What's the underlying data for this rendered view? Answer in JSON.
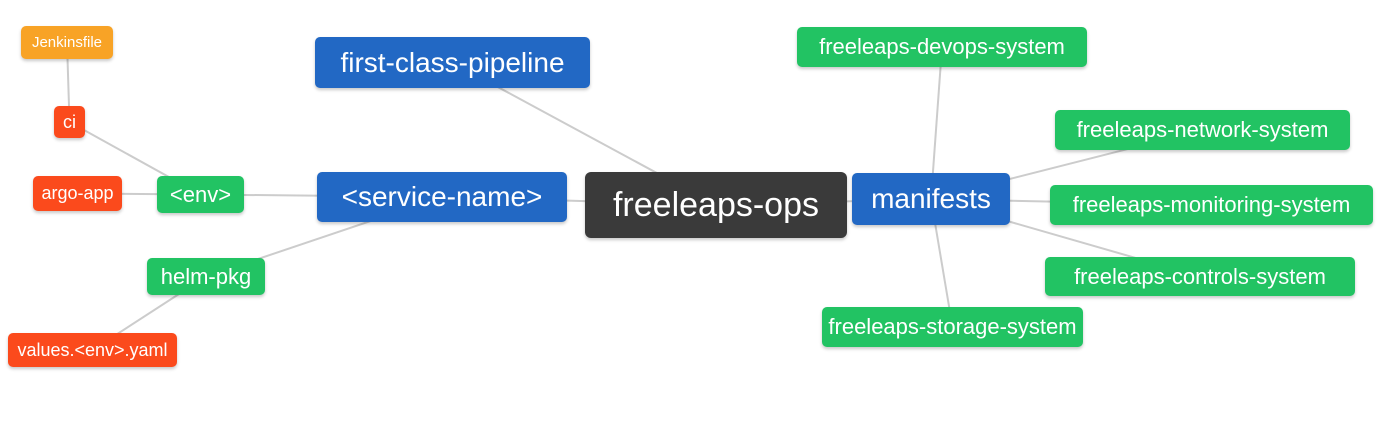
{
  "diagram": {
    "title": "freeleaps-ops mind map",
    "background": "#ffffff",
    "edge_color": "#cccccc",
    "text_color": "#ffffff",
    "palette": {
      "root_dark": "#3a3a3a",
      "branch_blue": "#2268c4",
      "leaf_green": "#22c363",
      "leaf_red": "#fb4a1c",
      "leaf_amber": "#f8a326"
    },
    "nodes": {
      "ops": {
        "label": "freeleaps-ops",
        "depth": 0
      },
      "pipeline": {
        "label": "first-class-pipeline",
        "depth": 1
      },
      "service": {
        "label": "<service-name>",
        "depth": 1
      },
      "manifests": {
        "label": "manifests",
        "depth": 1
      },
      "env": {
        "label": "<env>",
        "depth": 2
      },
      "helm": {
        "label": "helm-pkg",
        "depth": 2
      },
      "ci": {
        "label": "ci",
        "depth": 3
      },
      "argo": {
        "label": "argo-app",
        "depth": 3
      },
      "values": {
        "label": "values.<env>.yaml",
        "depth": 3
      },
      "jenkinsfile": {
        "label": "Jenkinsfile",
        "depth": 4
      },
      "devops": {
        "label": "freeleaps-devops-system",
        "depth": 2
      },
      "network": {
        "label": "freeleaps-network-system",
        "depth": 2
      },
      "monitoring": {
        "label": "freeleaps-monitoring-system",
        "depth": 2
      },
      "controls": {
        "label": "freeleaps-controls-system",
        "depth": 2
      },
      "storage": {
        "label": "freeleaps-storage-system",
        "depth": 2
      }
    },
    "edges": [
      [
        "jenkinsfile",
        "ci"
      ],
      [
        "ci",
        "env"
      ],
      [
        "argo",
        "env"
      ],
      [
        "env",
        "service"
      ],
      [
        "helm",
        "service"
      ],
      [
        "values",
        "helm"
      ],
      [
        "pipeline",
        "ops"
      ],
      [
        "service",
        "ops"
      ],
      [
        "ops",
        "manifests"
      ],
      [
        "manifests",
        "devops"
      ],
      [
        "manifests",
        "network"
      ],
      [
        "manifests",
        "monitoring"
      ],
      [
        "manifests",
        "controls"
      ],
      [
        "manifests",
        "storage"
      ]
    ]
  }
}
